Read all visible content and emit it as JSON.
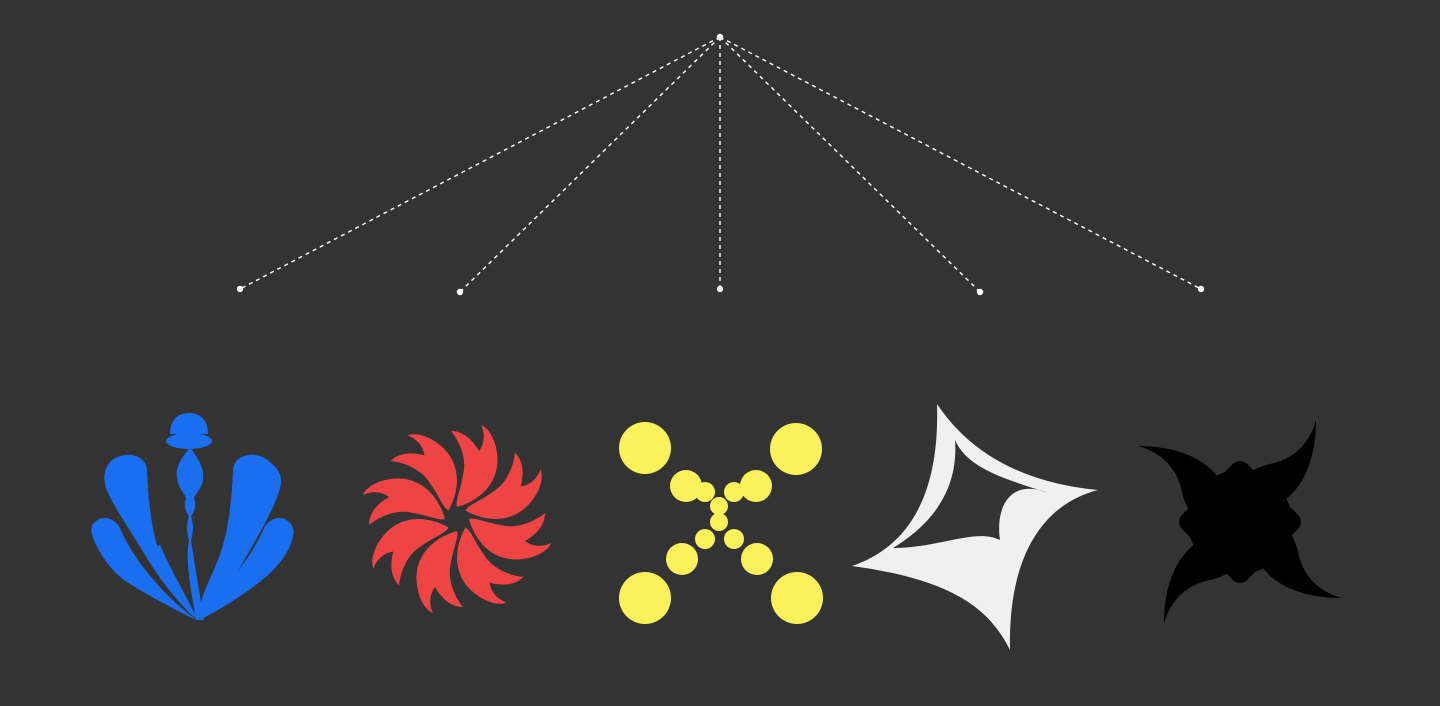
{
  "diagram": {
    "background": "#333333",
    "connector_color": "#ffffff",
    "nodes": [
      {
        "id": "root",
        "name": "root-node"
      },
      {
        "id": "n1",
        "name": "branch-node-1"
      },
      {
        "id": "n2",
        "name": "branch-node-2"
      },
      {
        "id": "n3",
        "name": "branch-node-3"
      },
      {
        "id": "n4",
        "name": "branch-node-4"
      },
      {
        "id": "n5",
        "name": "branch-node-5"
      }
    ],
    "symbols": [
      {
        "name": "blue-fountain-symbol",
        "icon": "fountain-ornament-icon",
        "color": "#1a6ff0"
      },
      {
        "name": "red-flower-symbol",
        "icon": "pinwheel-flower-icon",
        "color": "#ef4444"
      },
      {
        "name": "yellow-dots-symbol",
        "icon": "dotted-x-icon",
        "color": "#fbf15a"
      },
      {
        "name": "white-star-symbol",
        "icon": "curved-star-outline-icon",
        "color": "#f0f0f0"
      },
      {
        "name": "black-pinwheel-symbol",
        "icon": "crescent-pinwheel-icon",
        "color": "#000000"
      }
    ]
  }
}
